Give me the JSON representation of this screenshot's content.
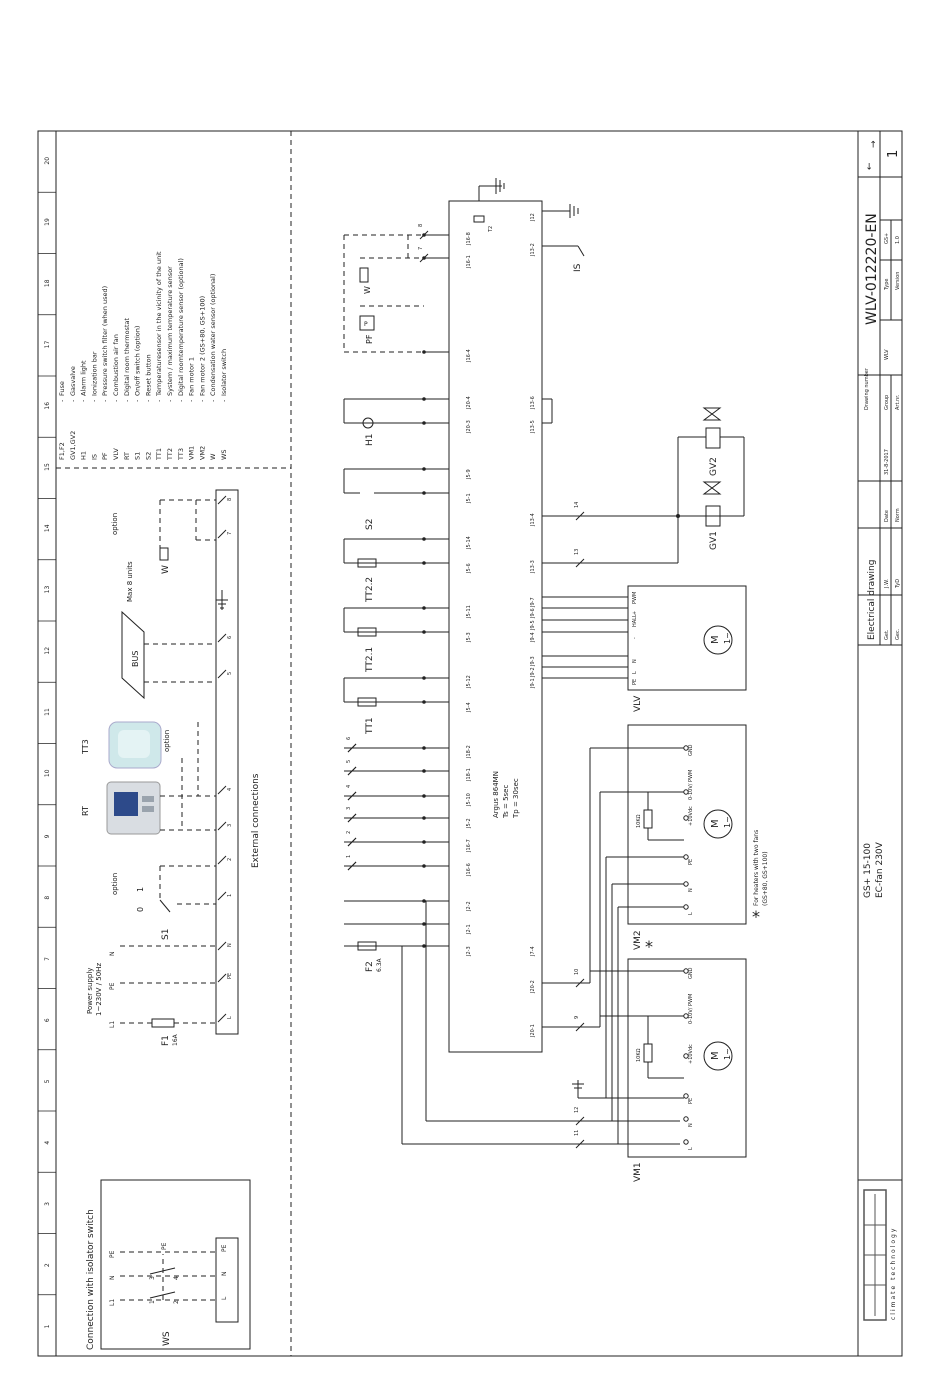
{
  "title_block": {
    "drawing_number": "WLV-012220-EN",
    "sheet": "1",
    "drawing_title": "Electrical drawing",
    "product_line1": "GS+ 15-100",
    "product_line2": "EC-fan 230V",
    "labels": {
      "drawing_number": "Drawing number",
      "group": "Group",
      "art_nr": "Art.nr.",
      "type": "Type",
      "version": "Version",
      "date": "Date",
      "norm": "Norm",
      "get": "Get.",
      "gec": "Gec."
    },
    "values": {
      "group": "WLV",
      "type": "GS+",
      "version": "1.0",
      "date": "31-8-2017",
      "get": "J.W.",
      "gec": "TyD"
    },
    "logo_tagline": "climate technology"
  },
  "column_numbers": [
    "1",
    "2",
    "3",
    "4",
    "5",
    "6",
    "7",
    "8",
    "9",
    "10",
    "11",
    "12",
    "13",
    "14",
    "15",
    "16",
    "17",
    "18",
    "19",
    "20"
  ],
  "legend": [
    {
      "code": "F1,F2",
      "desc": "Fuse"
    },
    {
      "code": "GV1,GV2",
      "desc": "Gasvalve"
    },
    {
      "code": "H1",
      "desc": "Alarm light"
    },
    {
      "code": "IS",
      "desc": "Ionization bar"
    },
    {
      "code": "PF",
      "desc": "Pressure switch filter (when used)"
    },
    {
      "code": "VLV",
      "desc": "Combustion air fan"
    },
    {
      "code": "RT",
      "desc": "Digital room thermostat"
    },
    {
      "code": "S1",
      "desc": "On/off switch (option)"
    },
    {
      "code": "S2",
      "desc": "Reset button"
    },
    {
      "code": "TT1",
      "desc": "Temperaturesensor in the vicinity of the unit"
    },
    {
      "code": "TT2",
      "desc": "System / maximum temperature sensor"
    },
    {
      "code": "TT3",
      "desc": "Digital roomtemperature sensor (optional)"
    },
    {
      "code": "VM1",
      "desc": "Fan motor 1"
    },
    {
      "code": "VM2",
      "desc": "Fan motor 2 (GS+80, GS+100)"
    },
    {
      "code": "W",
      "desc": "Condensation water sensor (optional)"
    },
    {
      "code": "WS",
      "desc": "Isolator switch"
    }
  ],
  "external": {
    "caption": "External connections",
    "terminals": [
      "L",
      "PE",
      "N",
      "1",
      "2",
      "3",
      "4",
      "5",
      "6",
      "7",
      "8"
    ],
    "power_supply": "Power supply",
    "power_spec": "1~230V / 50Hz",
    "supply_labels": [
      "L1",
      "PE",
      "N"
    ],
    "fuse": "F1",
    "fuse_rating": "16A",
    "switch": "S1",
    "switch_pos0": "0",
    "switch_pos1": "1",
    "option": "option",
    "rt": "RT",
    "tt3": "TT3",
    "bus": "BUS",
    "max_units": "Max 8 units",
    "w": "W"
  },
  "isolator": {
    "caption": "Connection with isolator switch",
    "labels": [
      "L1",
      "N",
      "PE"
    ],
    "pe": "PE",
    "ws": "WS",
    "terminals": [
      "L",
      "N",
      "PE"
    ],
    "numbers": [
      "1",
      "2",
      "3",
      "4"
    ]
  },
  "controller": {
    "name": "Argus 864MN",
    "ts": "Ts =  5sec",
    "tp": "Tp = 30sec",
    "left_pins": [
      "J16-8",
      "J16-1",
      "J16-4",
      "J20-4",
      "J20-3",
      "J5-9",
      "J5-1",
      "J5-14",
      "J5-6",
      "J5-11",
      "J5-3",
      "J5-12",
      "J5-4",
      "J18-2",
      "J18-1",
      "J5-10",
      "J5-2",
      "J16-7",
      "J16-6",
      "J2-2",
      "J2-1",
      "J2-3"
    ],
    "right_pins": [
      "J12",
      "J13-2",
      "J13-6",
      "J13-5",
      "J13-4",
      "J13-3",
      "J9-7",
      "J9-6",
      "J9-5",
      "J9-4",
      "J9-3",
      "J9-2",
      "J9-1",
      "J7-4",
      "J20-2",
      "J20-1"
    ],
    "t2": "T2"
  },
  "components": {
    "pf": "PF",
    "w": "W",
    "p": "P",
    "h1": "H1",
    "s2": "S2",
    "tt1": "TT1",
    "tt2_1": "TT2.1",
    "tt2_2": "TT2.2",
    "is": "IS",
    "f2": "F2",
    "f2_rating": "6.3A",
    "gv1": "GV1",
    "gv2": "GV2",
    "vlv": "VLV",
    "vlv_pins": [
      "PWM",
      "+",
      "HALL",
      "-",
      "N",
      "L",
      "PE"
    ],
    "vm1": "VM1",
    "vm2": "VM2",
    "vm_pins": [
      "GND",
      "0-10V/ PWM",
      "+10Vdc",
      "PE",
      "N",
      "L"
    ],
    "resistor": "10KΩ",
    "motor_m": "M",
    "motor_ac": "1~",
    "note": "For heaters with two fans",
    "note2": "(GS+80, GS+100)",
    "asterisk": "*"
  },
  "wire_numbers": [
    "1",
    "2",
    "3",
    "4",
    "5",
    "6",
    "7",
    "8",
    "9",
    "10",
    "11",
    "12",
    "13",
    "14"
  ]
}
